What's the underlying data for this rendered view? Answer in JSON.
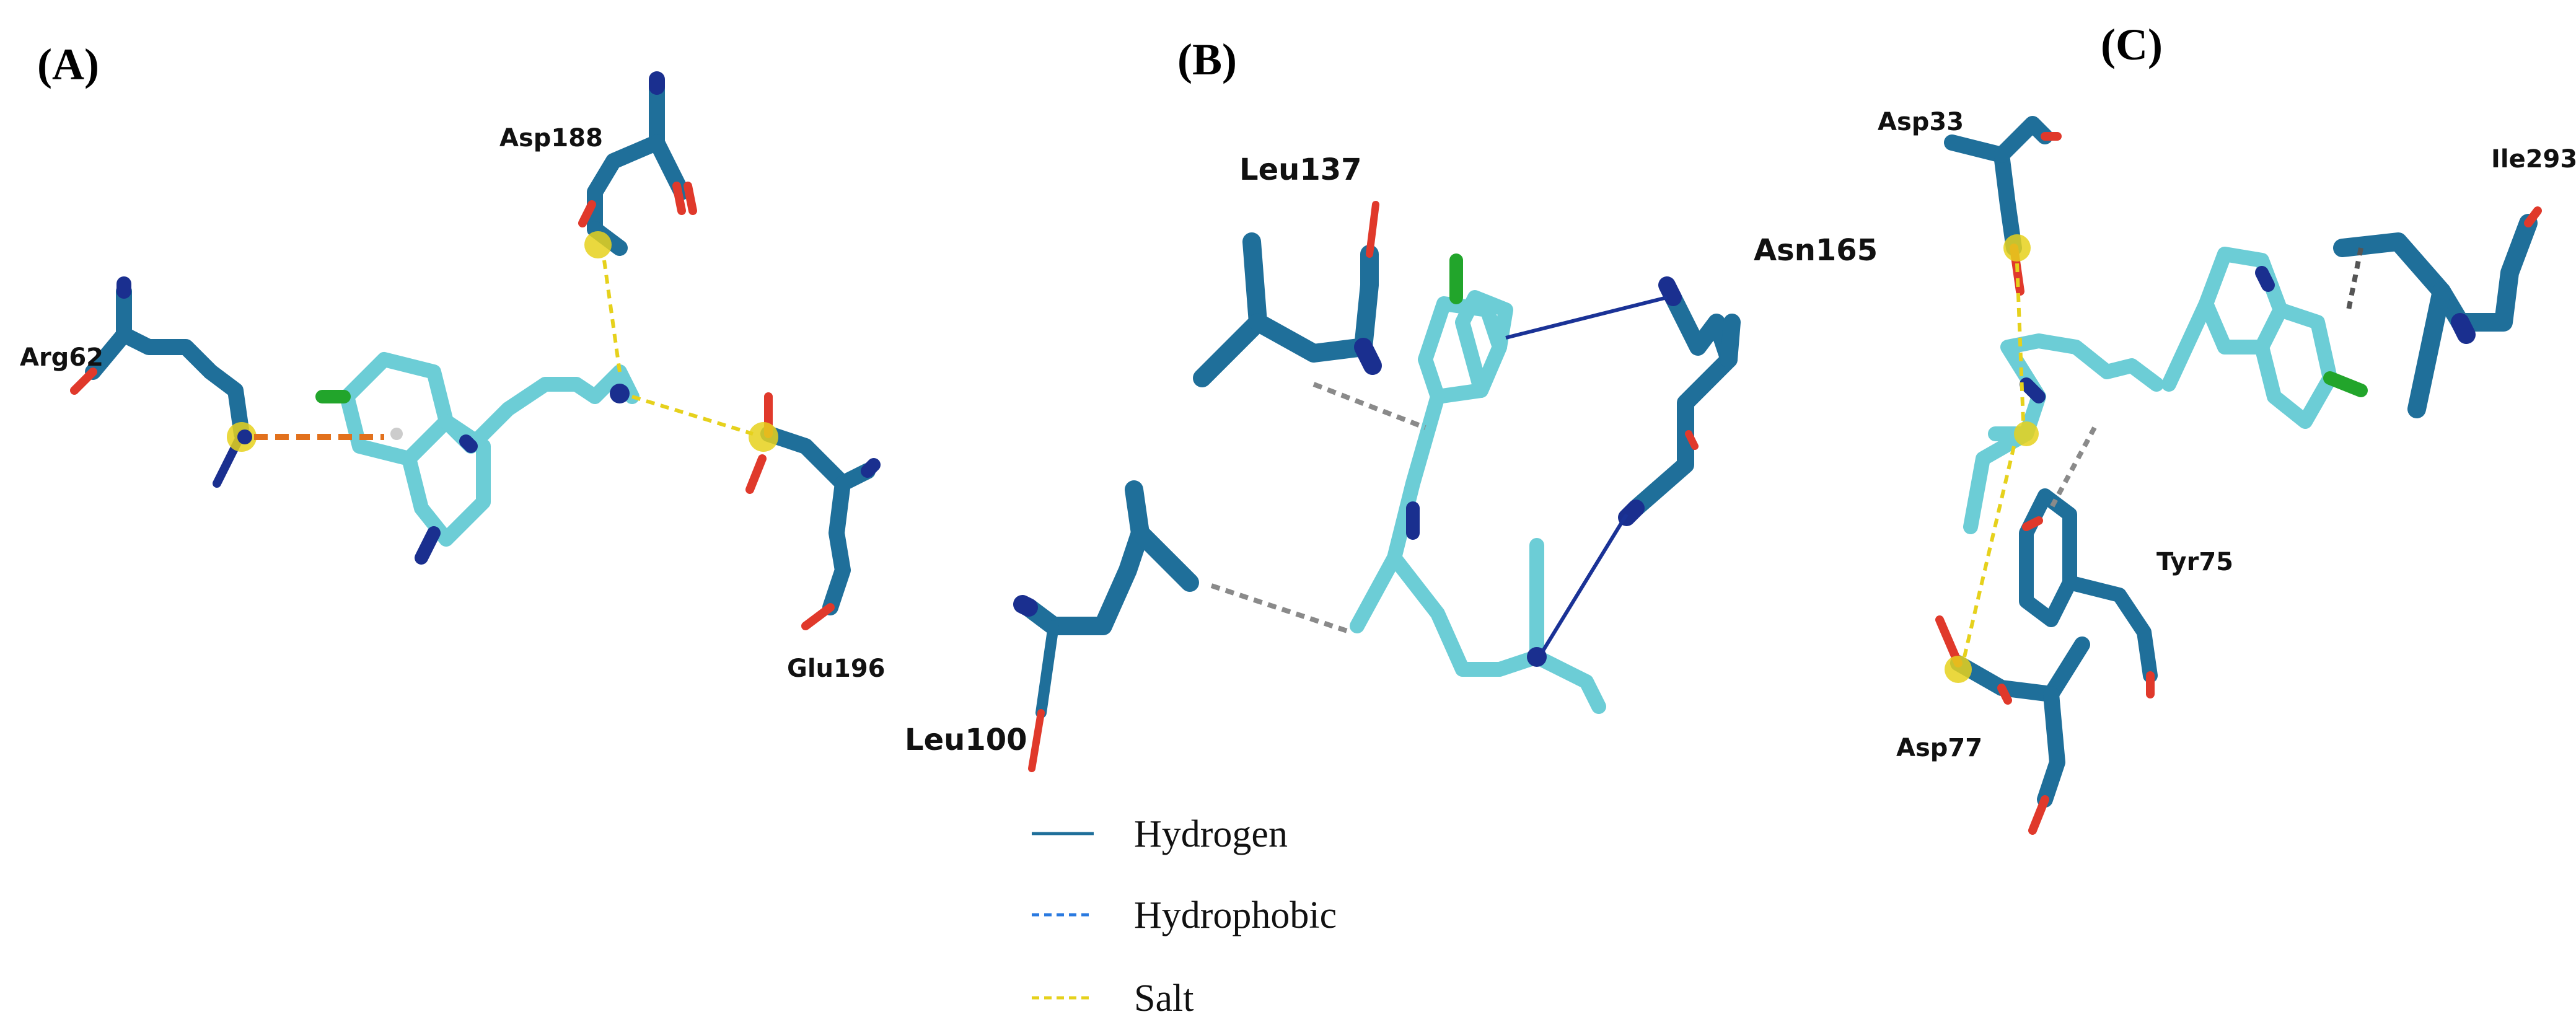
{
  "colors": {
    "protein": "#1f6f9a",
    "ligand": "#6ccdd6",
    "nitrogen": "#1a2f8f",
    "oxygen": "#e0392b",
    "chlorine": "#22a52b",
    "salt_bridge": "#e6d11c",
    "hydrogen_bond": "#1a3296",
    "hydrophobic": "#8a8a8a",
    "pi_cation": "#e2711d"
  },
  "panels": [
    {
      "label": "(A)",
      "residues": [
        "Asp188",
        "Arg62",
        "Glu196"
      ]
    },
    {
      "label": "(B)",
      "residues": [
        "Leu137",
        "Asn165",
        "Leu100"
      ]
    },
    {
      "label": "(C)",
      "residues": [
        "Asp33",
        "Ile293",
        "Tyr75",
        "Asp77"
      ]
    }
  ],
  "legend": [
    {
      "label": "Hydrogen",
      "style": "solid",
      "color": "#1f6f9a"
    },
    {
      "label": "Hydrophobic",
      "style": "dashed",
      "color": "#2a7ae0"
    },
    {
      "label": "Salt",
      "style": "dashed",
      "color": "#e6d11c"
    }
  ]
}
